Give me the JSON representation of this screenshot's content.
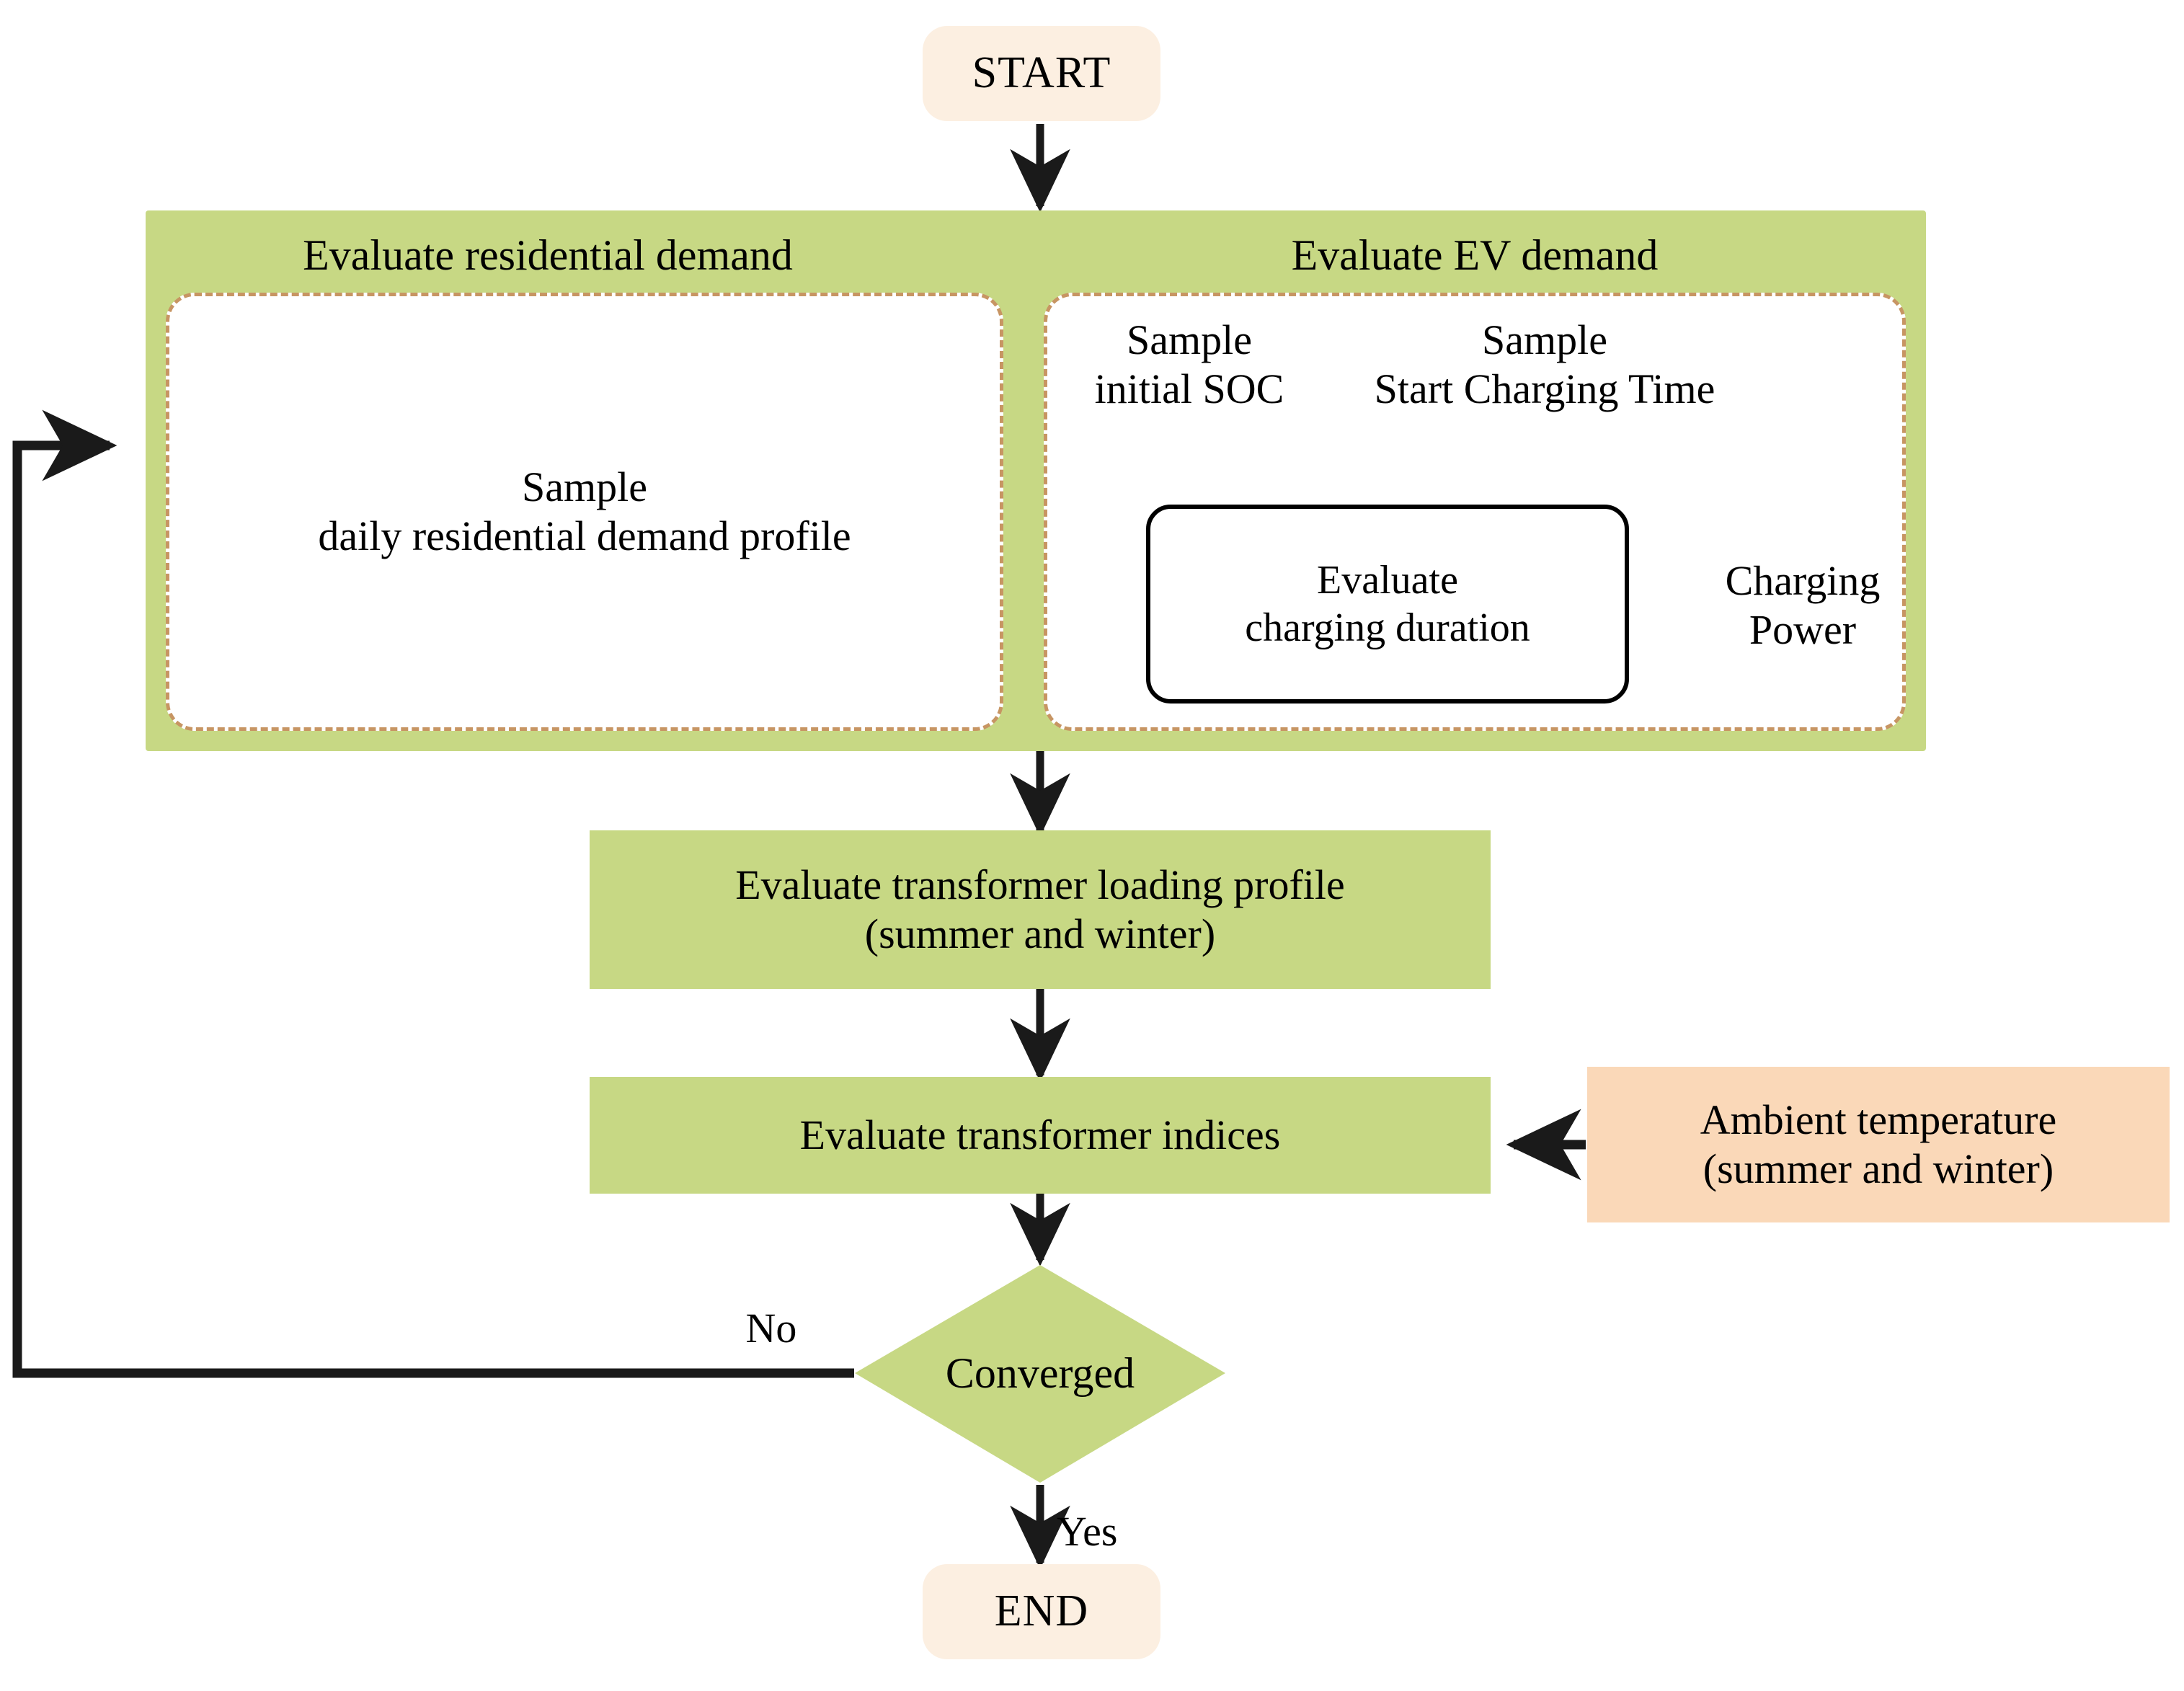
{
  "diagram": {
    "title": "Monte Carlo transformer loading evaluation flowchart",
    "colors": {
      "green": "#C7D884",
      "peach_terminal": "#FCEFE1",
      "peach_input": "#FAD8B8",
      "dashed_border": "#C79563",
      "arrow": "#1a1a1a",
      "text": "#000000",
      "background": "#FFFFFF"
    },
    "nodes": {
      "start": "START",
      "end": "END",
      "group_residential_title": "Evaluate residential demand",
      "group_ev_title": "Evaluate EV demand",
      "residential_sample": "Sample\ndaily residential demand profile",
      "sample_initial_soc": "Sample\ninitial SOC",
      "sample_start_charging_time": "Sample\nStart Charging Time",
      "evaluate_charging_duration": "Evaluate\ncharging duration",
      "charging_power": "Charging\nPower",
      "transformer_loading_profile": "Evaluate transformer loading profile\n(summer and winter)",
      "transformer_indices": "Evaluate transformer indices",
      "ambient_temperature": "Ambient temperature\n(summer and winter)",
      "converged": "Converged"
    },
    "edge_labels": {
      "no": "No",
      "yes": "Yes"
    }
  }
}
